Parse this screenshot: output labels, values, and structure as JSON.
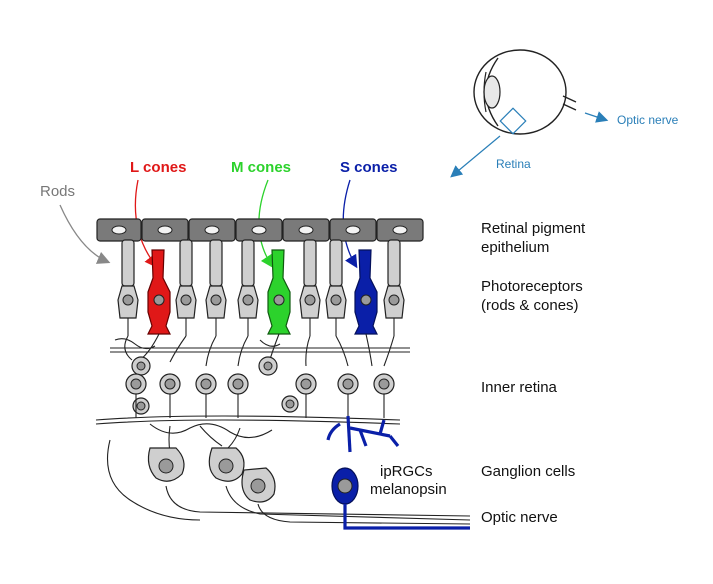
{
  "labels": {
    "rods": "Rods",
    "l_cones": "L cones",
    "m_cones": "M cones",
    "s_cones": "S cones",
    "rpe_line1": "Retinal pigment",
    "rpe_line2": "epithelium",
    "photo_line1": "Photoreceptors",
    "photo_line2": "(rods & cones)",
    "inner_retina": "Inner retina",
    "ganglion": "Ganglion cells",
    "optic_nerve": "Optic nerve",
    "iprgc_line1": "ipRGCs",
    "iprgc_line2": "melanopsin",
    "eye_retina": "Retina",
    "eye_optic_nerve": "Optic nerve"
  },
  "colors": {
    "l_cone": "#e01818",
    "m_cone": "#2cd22c",
    "s_cone": "#0a1fa8",
    "rods_label": "#777777",
    "eye_label": "#2a7fb8",
    "pigment": "#7a7a7a"
  }
}
